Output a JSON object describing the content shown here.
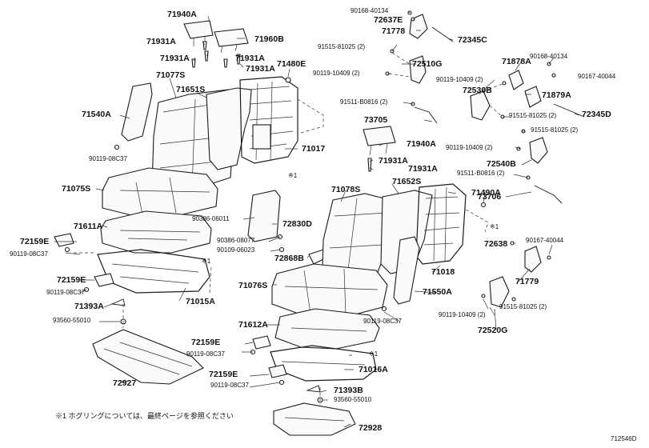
{
  "labels": {
    "l_71940A_1": "71940A",
    "l_71931A_1": "71931A",
    "l_71960B": "71960B",
    "l_71931A_2": "71931A",
    "l_71931A_3": "71931A",
    "l_71931A_4": "71931A",
    "l_71480E": "71480E",
    "l_71077S": "71077S",
    "l_71651S": "71651S",
    "l_71540A": "71540A",
    "l_71017": "71017",
    "l_90119_08C37_1": "90119-08C37",
    "l_note1_a": "※1",
    "l_71075S": "71075S",
    "l_71611A": "71611A",
    "l_72159E_1": "72159E",
    "l_90119_08C37_2": "90119-08C37",
    "l_note1_b": "※1",
    "l_72159E_2": "72159E",
    "l_90119_08C37_3": "90119-08C37",
    "l_71393A": "71393A",
    "l_93560_55010_1": "93560-55010",
    "l_71015A": "71015A",
    "l_72927": "72927",
    "l_90386_06011": "90386-06011",
    "l_72830D": "72830D",
    "l_90386_08077": "90386-08077",
    "l_90109_06023": "90109-06023",
    "l_72868B": "72868B",
    "l_71078S": "71078S",
    "l_71652S": "71652S",
    "l_71940A_2": "71940A",
    "l_71931A_5": "71931A",
    "l_71931A_6": "71931A",
    "l_71076S": "71076S",
    "l_71612A": "71612A",
    "l_72159E_3": "72159E",
    "l_90119_08C37_4": "90119-08C37",
    "l_72159E_4": "72159E",
    "l_90119_08C37_5": "90119-08C37",
    "l_note1_c": "※1",
    "l_71016A": "71016A",
    "l_71393B": "71393B",
    "l_93560_55010_2": "93560-55010",
    "l_72928": "72928",
    "l_71018": "71018",
    "l_71550A": "71550A",
    "l_90119_08C37_6": "90119-08C37",
    "l_90168_40134_1": "90168-40134",
    "l_72637E": "72637E",
    "l_71778": "71778",
    "l_72345C": "72345C",
    "l_91515_81025_1": "91515-81025 (2)",
    "l_72510G": "72510G",
    "l_90119_10409_1": "90119-10409 (2)",
    "l_91511_B0816_1": "91511-B0816 (2)",
    "l_73705": "73705",
    "l_71878A": "71878A",
    "l_90168_40134_2": "90168-40134",
    "l_90167_40044_1": "90167-40044",
    "l_90119_10409_2": "90119-10409 (2)",
    "l_72530B": "72530B",
    "l_71879A": "71879A",
    "l_91515_81025_2": "91515-81025 (2)",
    "l_72345D": "72345D",
    "l_91515_81025_3": "91515-81025 (2)",
    "l_90119_10409_3": "90119-10409 (2)",
    "l_72540B": "72540B",
    "l_91511_B0816_2": "91511-B0816 (2)",
    "l_73706": "73706",
    "l_71490A": "71490A",
    "l_note1_d": "※1",
    "l_72638": "72638",
    "l_90167_40044_2": "90167-40044",
    "l_71779": "71779",
    "l_91515_81025_4": "91515-81025 (2)",
    "l_90119_10409_4": "90119-10409 (2)",
    "l_72520G": "72520G",
    "l_footnote": "※1  ホグリングについては、最終ページを参照ください",
    "l_diagram_id": "712546D"
  }
}
